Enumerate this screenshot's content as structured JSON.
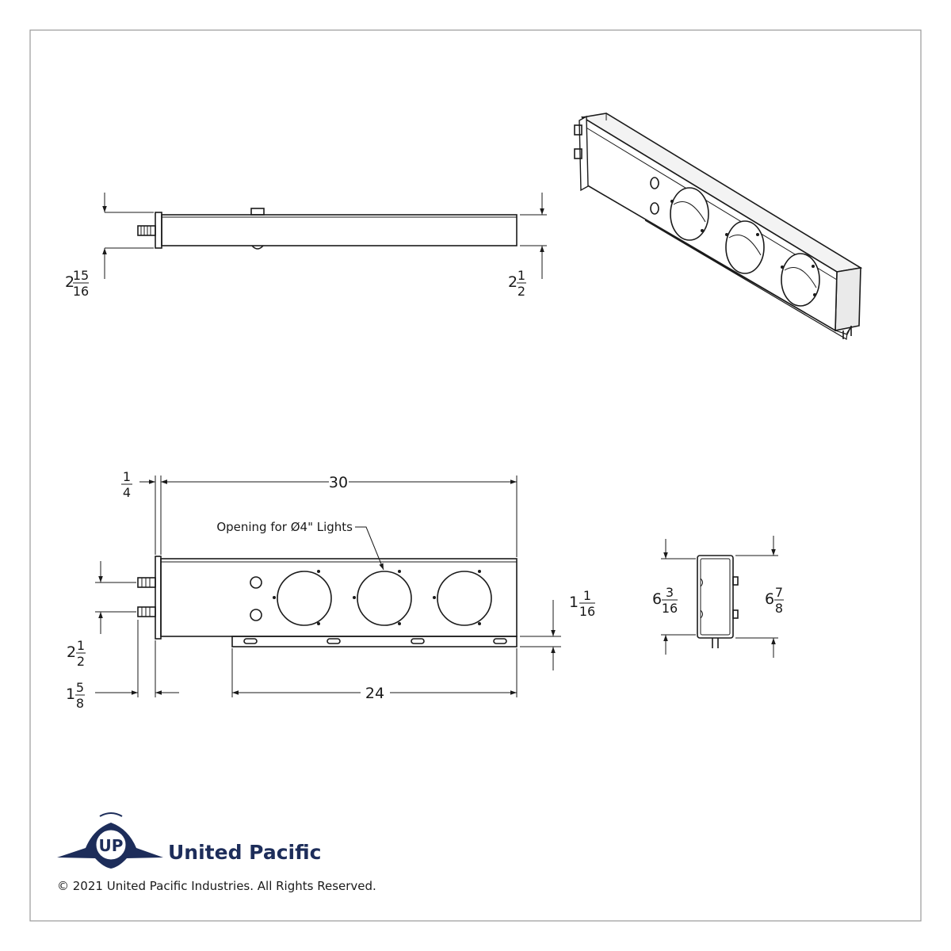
{
  "dimensions": {
    "side_left_height": {
      "whole": "2",
      "num": "15",
      "den": "16"
    },
    "side_right_height": {
      "whole": "2",
      "num": "1",
      "den": "2"
    },
    "front_flange": {
      "whole": "",
      "num": "1",
      "den": "4"
    },
    "front_length": "30",
    "front_stud_spacing": {
      "whole": "2",
      "num": "1",
      "den": "2"
    },
    "front_stud_length": {
      "whole": "1",
      "num": "5",
      "den": "8"
    },
    "front_bracket_drop": {
      "whole": "1",
      "num": "1",
      "den": "16"
    },
    "front_bracket_length": "24",
    "end_inner_height": {
      "whole": "6",
      "num": "3",
      "den": "16"
    },
    "end_outer_height": {
      "whole": "6",
      "num": "7",
      "den": "8"
    }
  },
  "callout": "Opening for Ø4\" Lights",
  "brand": {
    "name": "United Pacific",
    "logo_letters": "UP",
    "color": "#1d2d5a"
  },
  "copyright": "© 2021 United Pacific Industries. All Rights Reserved."
}
